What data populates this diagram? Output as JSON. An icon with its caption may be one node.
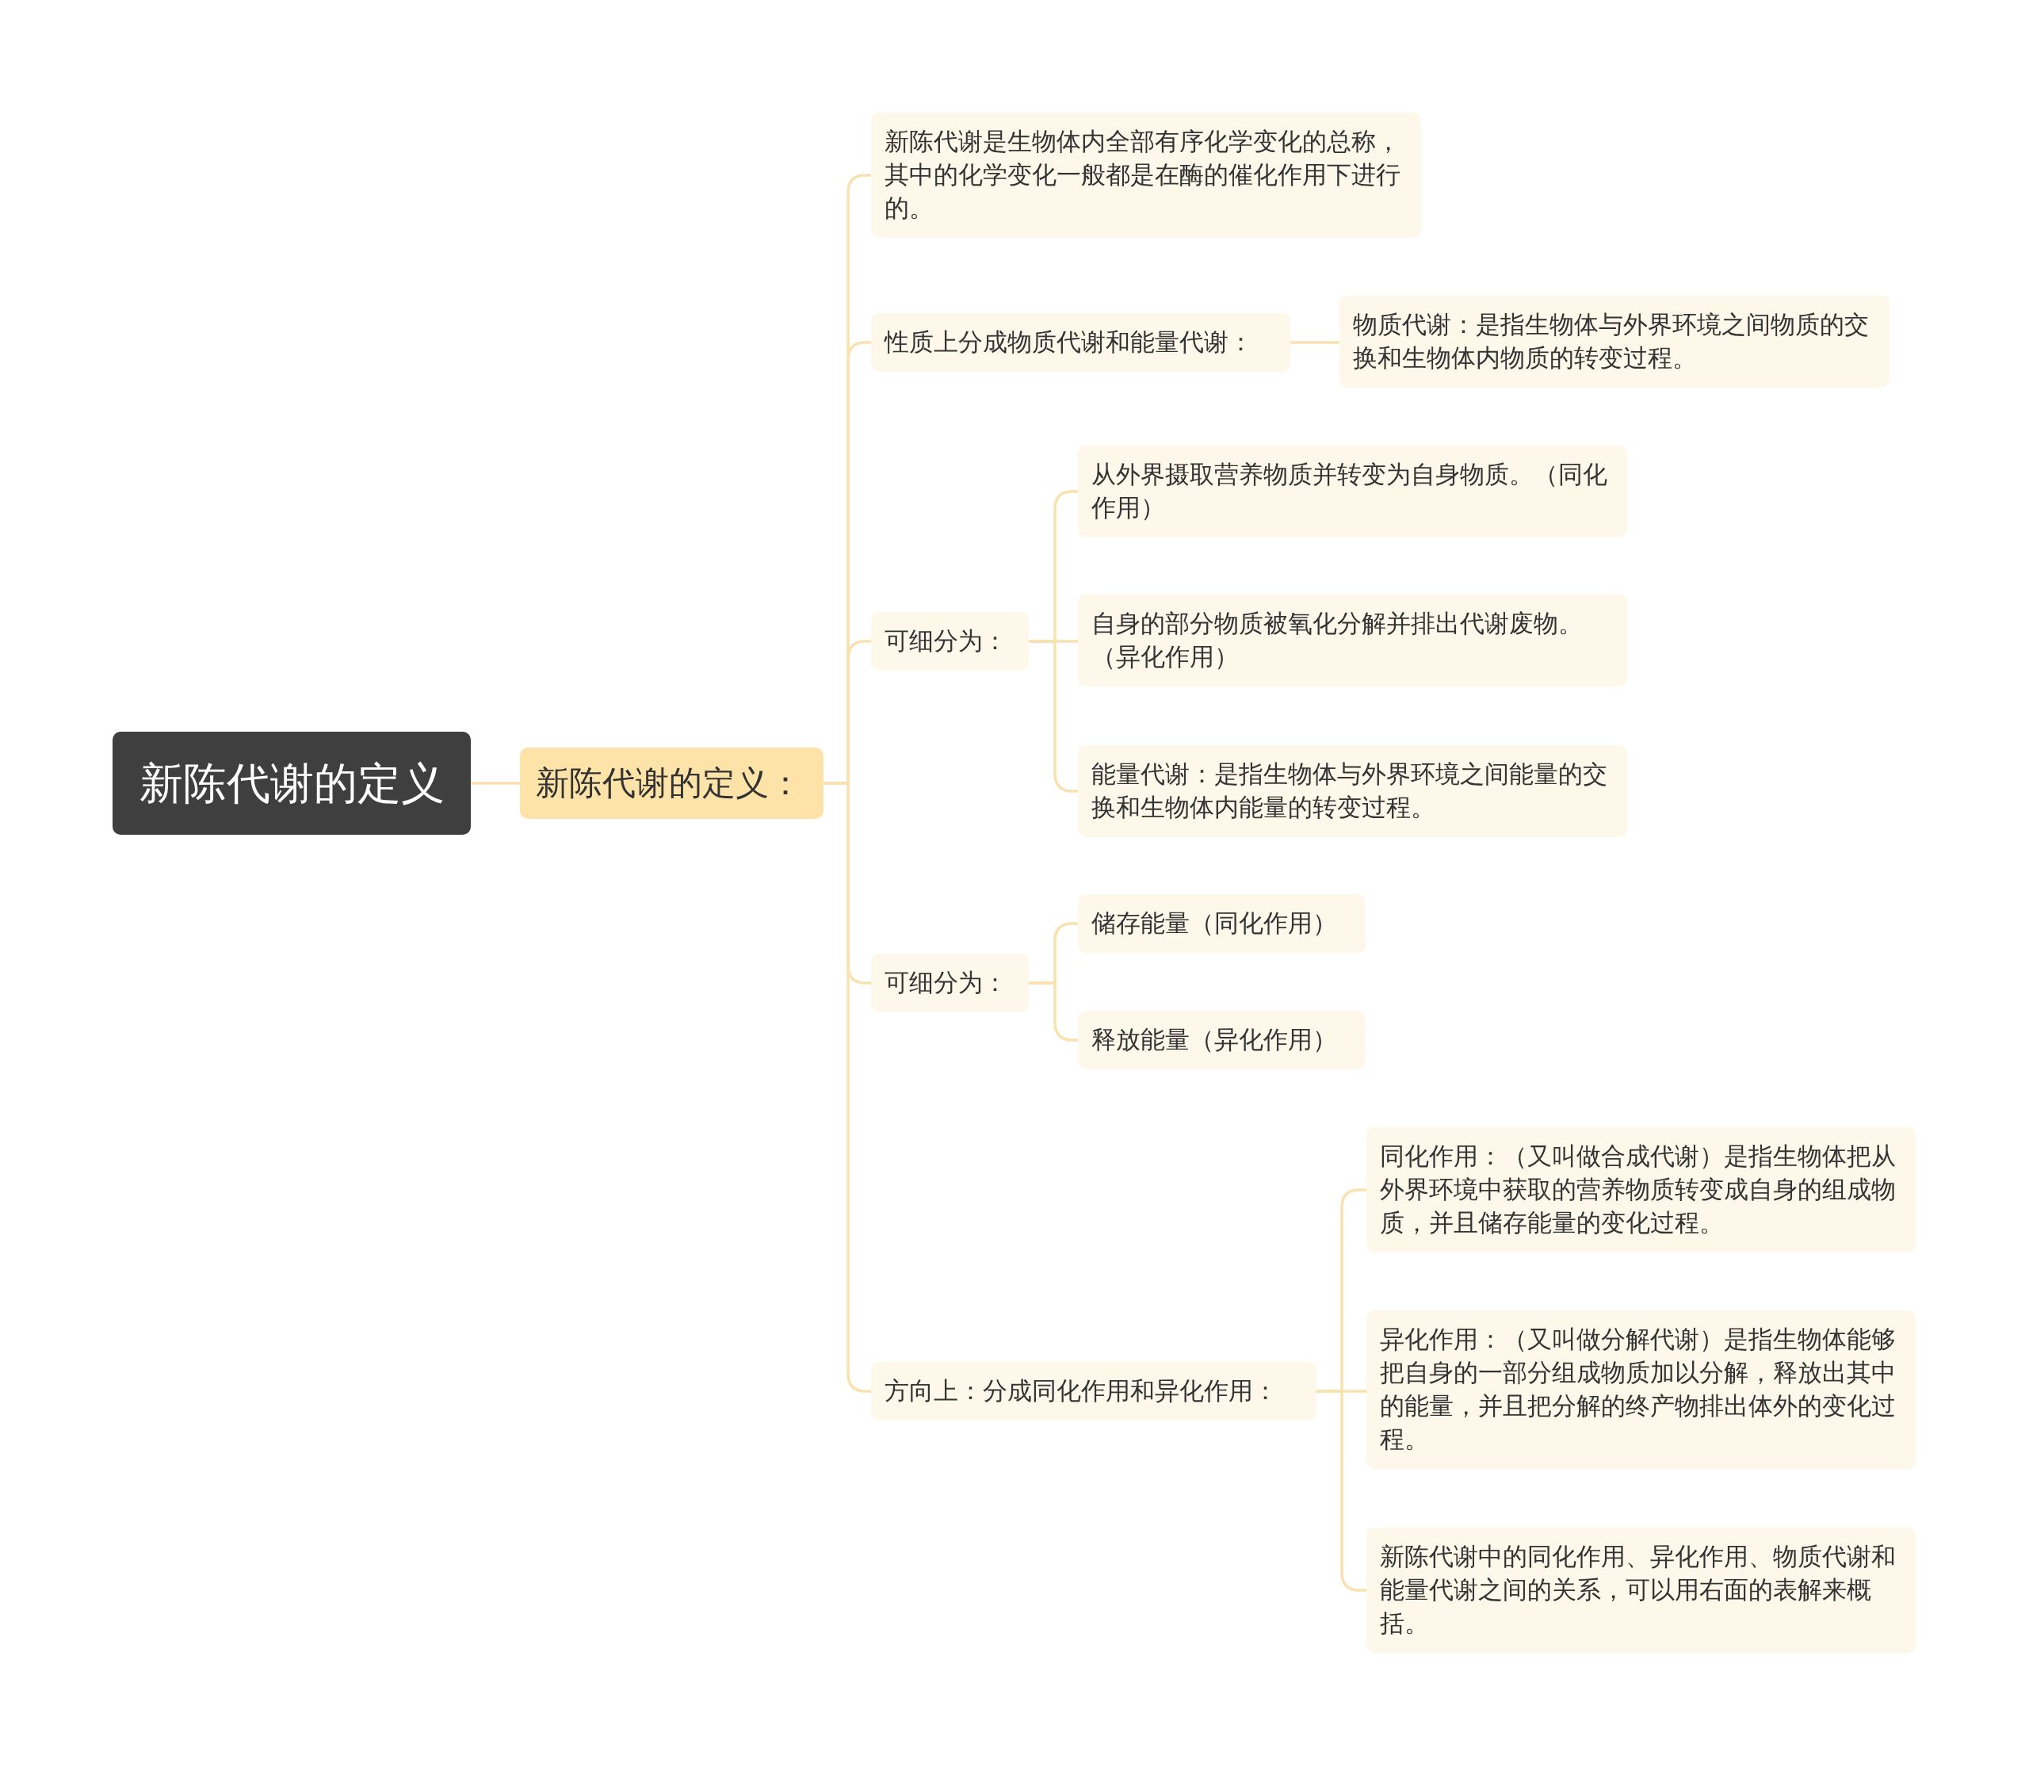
{
  "diagram": {
    "nodes": [
      {
        "text": [
          "新陈代谢的定义"
        ]
      },
      {
        "text": [
          "新陈代谢的定义："
        ]
      },
      {
        "text": [
          "新陈代谢是生物体内全部有序化学变化的总称，其中的化学变化一般都是在酶的催化作用下进行的。"
        ]
      },
      {
        "text": [
          "性质上分成物质代谢和能量代谢："
        ]
      },
      {
        "text": [
          "物质代谢：是指生物体与外界环境之间物质的交换和生物体内物质的转变过程。"
        ]
      },
      {
        "text": [
          "可细分为："
        ]
      },
      {
        "text": [
          "从外界摄取营养物质并转变为自身物质。（同化作用）"
        ]
      },
      {
        "text": [
          "自身的部分物质被氧化分解并排出代谢废物。（异化作用）"
        ]
      },
      {
        "text": [
          "能量代谢：是指生物体与外界环境之间能量的交换和生物体内能量的转变过程。"
        ]
      },
      {
        "text": [
          "可细分为："
        ]
      },
      {
        "text": [
          "储存能量（同化作用）"
        ]
      },
      {
        "text": [
          "释放能量（异化作用）"
        ]
      },
      {
        "text": [
          "方向上：分成同化作用和异化作用："
        ]
      },
      {
        "text": [
          "同化作用：（又叫做合成代谢）是指生物体把从外界环境中获取的营养物质转变成自身的组成物质，并且储存能量的变化过程。"
        ]
      },
      {
        "text": [
          "异化作用：（又叫做分解代谢）是指生物体能够把自身的一部分组成物质加以分解，释放出其中的能量，并且把分解的终产物排出体外的变化过程。"
        ]
      },
      {
        "text": [
          "新陈代谢中的同化作用、异化作用、物质代谢和能量代谢之间的关系，可以用右面的表解来概括。"
        ]
      }
    ],
    "edges": [
      {
        "from": 0,
        "to": 1,
        "arrow": "none"
      },
      {
        "from": 1,
        "to": 2,
        "arrow": "none"
      },
      {
        "from": 1,
        "to": 3,
        "arrow": "none"
      },
      {
        "from": 1,
        "to": 5,
        "arrow": "none"
      },
      {
        "from": 1,
        "to": 9,
        "arrow": "none"
      },
      {
        "from": 1,
        "to": 12,
        "arrow": "none"
      },
      {
        "from": 3,
        "to": 4,
        "arrow": "none"
      },
      {
        "from": 5,
        "to": 6,
        "arrow": "none"
      },
      {
        "from": 5,
        "to": 7,
        "arrow": "none"
      },
      {
        "from": 5,
        "to": 8,
        "arrow": "none"
      },
      {
        "from": 9,
        "to": 10,
        "arrow": "none"
      },
      {
        "from": 9,
        "to": 11,
        "arrow": "none"
      },
      {
        "from": 12,
        "to": 13,
        "arrow": "none"
      },
      {
        "from": 12,
        "to": 14,
        "arrow": "none"
      },
      {
        "from": 12,
        "to": 15,
        "arrow": "none"
      }
    ]
  }
}
